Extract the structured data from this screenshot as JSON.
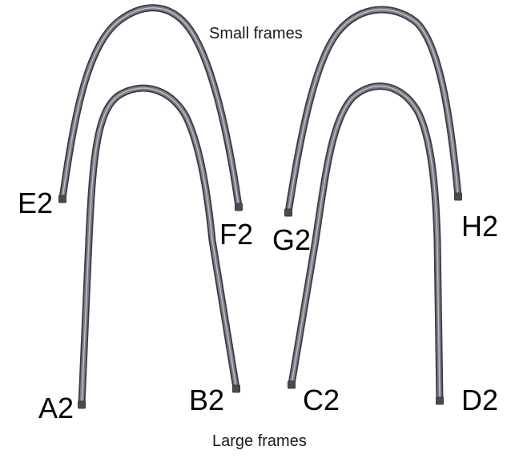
{
  "captions": {
    "small": "Small frames",
    "large": "Large frames"
  },
  "endpoints": {
    "e2": "E2",
    "f2": "F2",
    "g2": "G2",
    "h2": "H2",
    "a2": "A2",
    "b2": "B2",
    "c2": "C2",
    "d2": "D2"
  },
  "colors": {
    "frame_outline": "#3a3a42",
    "frame_body": "#7c7c86",
    "frame_highlight": "#c8c8d0",
    "end_cap": "#4a4a52"
  }
}
